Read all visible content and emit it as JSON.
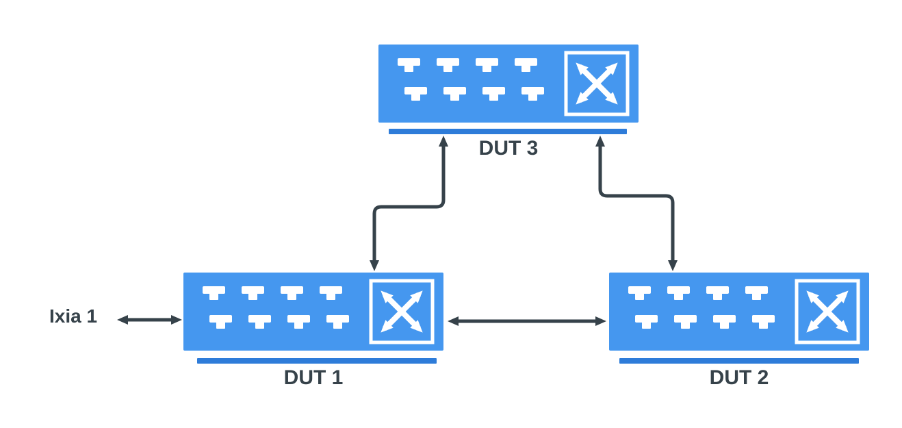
{
  "diagram": {
    "type": "network-topology",
    "nodes": {
      "dut1": {
        "label": "DUT 1",
        "kind": "switch"
      },
      "dut2": {
        "label": "DUT 2",
        "kind": "switch"
      },
      "dut3": {
        "label": "DUT 3",
        "kind": "switch"
      },
      "ixia1": {
        "label": "Ixia 1",
        "kind": "traffic-generator"
      }
    },
    "links": [
      {
        "from": "Ixia 1",
        "to": "DUT 1",
        "arrows": "both",
        "shape": "straight"
      },
      {
        "from": "DUT 1",
        "to": "DUT 2",
        "arrows": "both",
        "shape": "straight"
      },
      {
        "from": "DUT 3",
        "to": "DUT 1",
        "arrows": "both",
        "shape": "elbow"
      },
      {
        "from": "DUT 3",
        "to": "DUT 2",
        "arrows": "both",
        "shape": "elbow"
      }
    ]
  },
  "icons": {
    "switch": "network-switch-icon",
    "ports": "ethernet-ports-icon",
    "crossed_arrows": "crossed-arrows-icon",
    "link": "double-headed-arrow"
  },
  "colors": {
    "switch_fill": "#4597EF",
    "switch_detail": "#FFFFFF",
    "underline_bar": "#2E7CD9",
    "arrow": "#36424A",
    "text": "#36424A",
    "background": "#FFFFFF"
  }
}
